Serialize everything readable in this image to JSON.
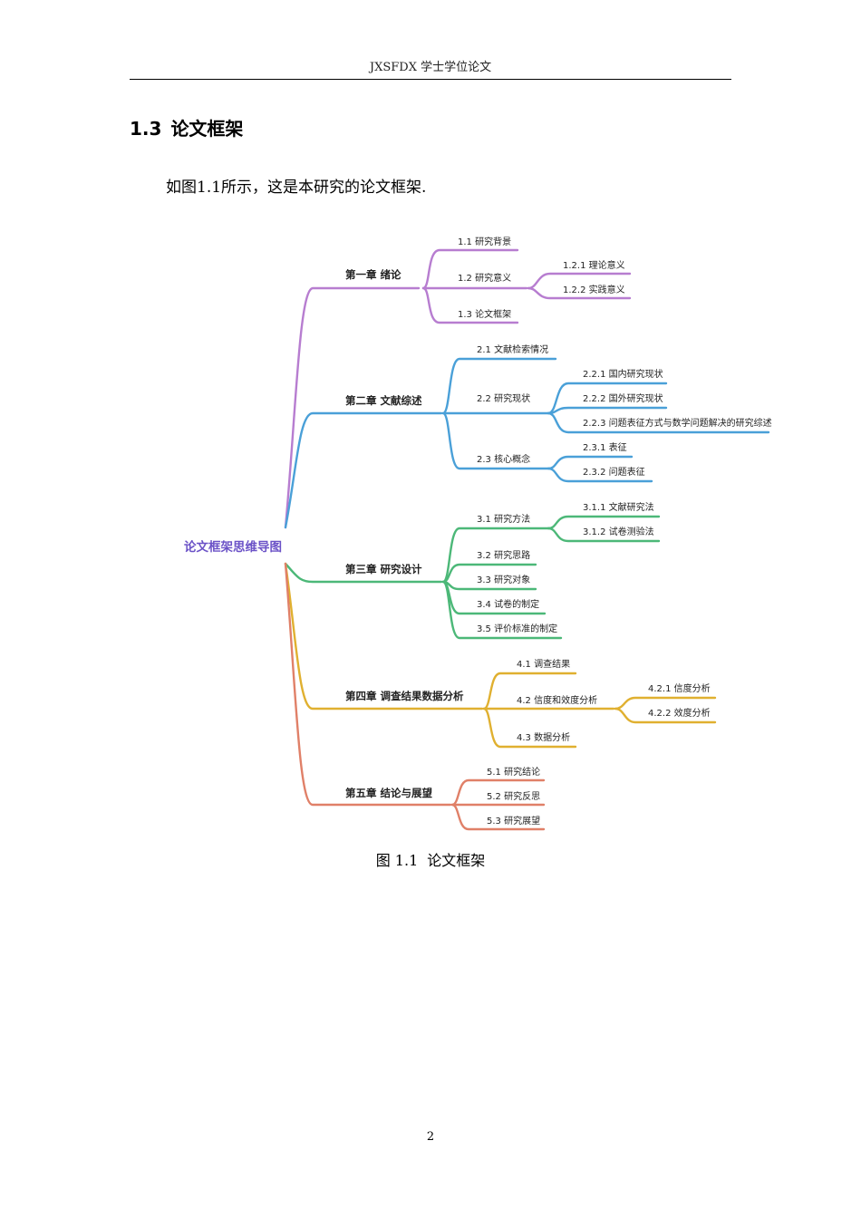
{
  "header": {
    "text": "JXSFDX 学士学位论文"
  },
  "section": {
    "number": "1.3",
    "title": "论文框架"
  },
  "intro": "如图1.1所示，这是本研究的论文框架.",
  "mindmap": {
    "root": "论文框架思维导图",
    "colors": {
      "ch1": "#b77dd0",
      "ch2": "#4aa0d8",
      "ch3": "#4cb878",
      "ch4": "#e0b030",
      "ch5": "#e08068",
      "root": "#6b52c7"
    },
    "ch1": {
      "title": "第一章 绪论",
      "s1": "1.1 研究背景",
      "s2": "1.2 研究意义",
      "s2_1": "1.2.1 理论意义",
      "s2_2": "1.2.2 实践意义",
      "s3": "1.3 论文框架"
    },
    "ch2": {
      "title": "第二章 文献综述",
      "s1": "2.1 文献检索情况",
      "s2": "2.2 研究现状",
      "s2_1": "2.2.1 国内研究现状",
      "s2_2": "2.2.2 国外研究现状",
      "s2_3": "2.2.3 问题表征方式与数学问题解决的研究综述",
      "s3": "2.3 核心概念",
      "s3_1": "2.3.1 表征",
      "s3_2": "2.3.2 问题表征"
    },
    "ch3": {
      "title": "第三章 研究设计",
      "s1": "3.1 研究方法",
      "s1_1": "3.1.1 文献研究法",
      "s1_2": "3.1.2 试卷测验法",
      "s2": "3.2 研究思路",
      "s3": "3.3 研究对象",
      "s4": "3.4 试卷的制定",
      "s5": "3.5 评价标准的制定"
    },
    "ch4": {
      "title": "第四章 调查结果数据分析",
      "s1": "4.1 调查结果",
      "s2": "4.2 信度和效度分析",
      "s2_1": "4.2.1 信度分析",
      "s2_2": "4.2.2 效度分析",
      "s3": "4.3 数据分析"
    },
    "ch5": {
      "title": "第五章 结论与展望",
      "s1": "5.1 研究结论",
      "s2": "5.2 研究反思",
      "s3": "5.3 研究展望"
    }
  },
  "caption": {
    "number": "图 1.1",
    "title": "论文框架"
  },
  "page_number": "2"
}
